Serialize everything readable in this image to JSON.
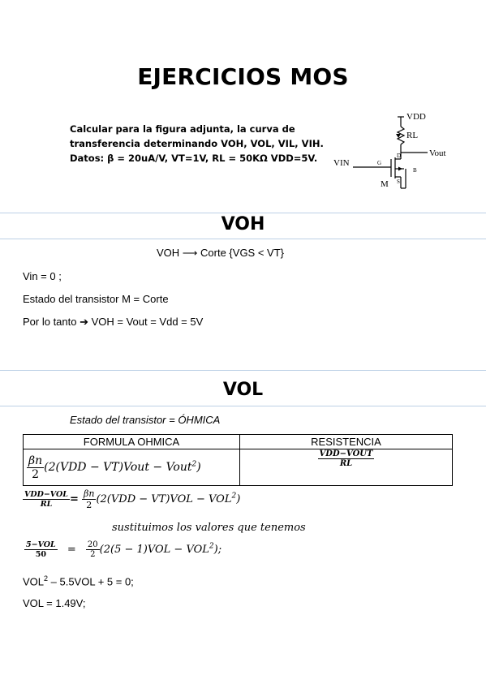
{
  "document": {
    "title": "EJERCICIOS MOS",
    "intro_lines": [
      "Calcular para la figura adjunta, la curva de",
      "transferencia determinando VOH, VOL, VIL, VIH.",
      "Datos: β = 20uA/V, VT=1V, RL = 50KΩ VDD=5V."
    ]
  },
  "circuit": {
    "labels": {
      "vdd": "VDD",
      "rl": "RL",
      "vout": "Vout",
      "vin": "VIN",
      "g": "G",
      "d": "D",
      "b": "B",
      "s": "S",
      "m": "M"
    }
  },
  "voh": {
    "heading": "VOH",
    "condition": "VOH ⟶ Corte {VGS < VT}",
    "line1": "Vin = 0 ;",
    "line2": "Estado del transistor M = Corte",
    "line3": "Por lo tanto ➔ VOH = Vout = Vdd = 5V"
  },
  "vol": {
    "heading": "VOL",
    "state": "Estado del transistor = ÓHMICA",
    "table": {
      "col1_header": "FORMULA OHMICA",
      "col2_header": "RESISTENCIA",
      "formula_num": "βn",
      "formula_den": "2",
      "formula_rest": "(2(VDD − VT)Vout  − Vout",
      "formula_exp": "2",
      "formula_close": ")",
      "res_num": "VDD−VOUT",
      "res_den": "RL"
    },
    "eq1_lhs_num": "VDD−VOL",
    "eq1_lhs_den": "RL",
    "eq1_eq": "=",
    "eq1_rhs_num": "βn",
    "eq1_rhs_den": "2",
    "eq1_rest": "(2(VDD − VT)VOL  − VOL",
    "eq1_exp": "2",
    "eq1_close": ")",
    "subst_text": "sustituimos los valores que tenemos",
    "eq2_lhs_num": "5−VOL",
    "eq2_lhs_den": "50",
    "eq2_eq": "=",
    "eq2_rhs_num": "20",
    "eq2_rhs_den": "2",
    "eq2_rest": "(2(5 − 1)VOL  − VOL",
    "eq2_exp": "2",
    "eq2_close": ");",
    "quad_a": "VOL",
    "quad_exp": "2",
    "quad_b": " – 5.5VOL + 5 = 0;",
    "result": "VOL = 1.49V;"
  }
}
